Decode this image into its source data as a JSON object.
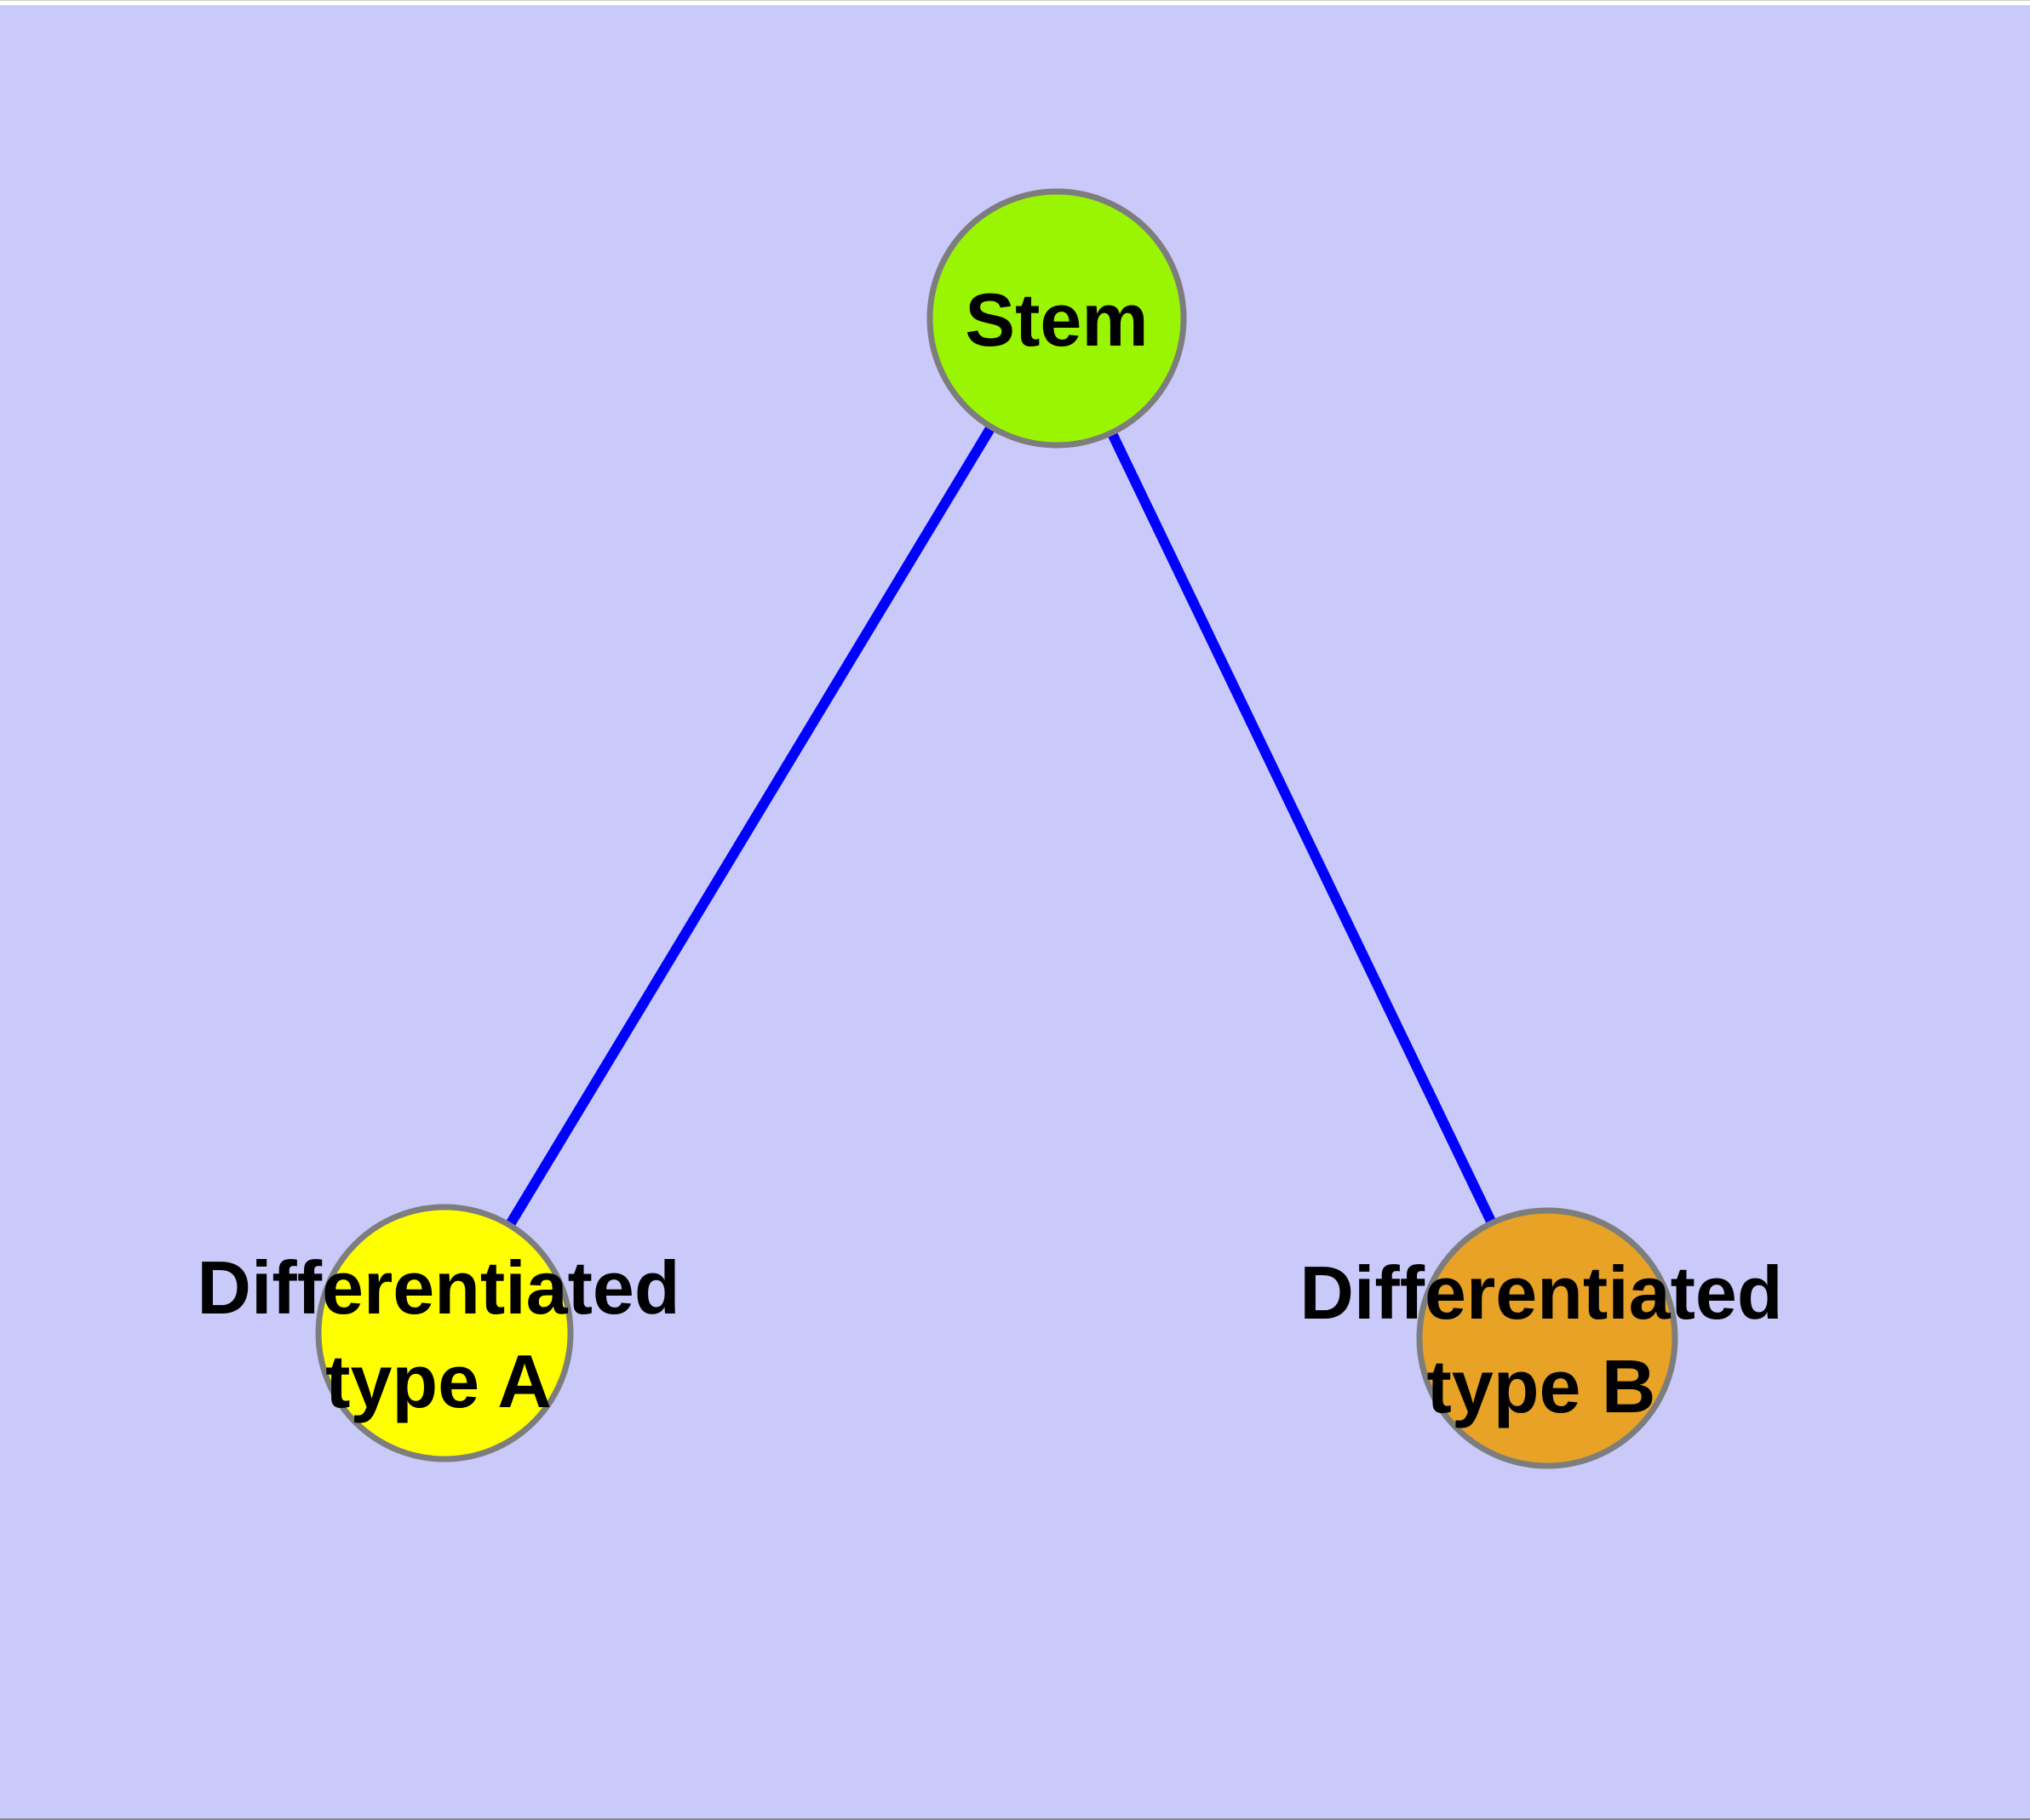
{
  "figure": {
    "description": "Stem cell differentiation network diagram with one parent node and two differentiated child nodes",
    "background_color": "#C9C9FA",
    "frame": {
      "top_strip_color": "#FFFFFF",
      "bottom_line_color": "#8A8A8A"
    },
    "style": {
      "node_border_color": "#7D7D7D",
      "edge_color": "#0000FF",
      "label_color": "#000000"
    },
    "nodes": {
      "stem": {
        "label": "Stem",
        "color": "#9AF502"
      },
      "diff_a": {
        "label_line1": "Differentiated",
        "label_line2": "type A",
        "color": "#FFFF00"
      },
      "diff_b": {
        "label_line1": "Differentiated",
        "label_line2": "type B",
        "color": "#E8A226"
      }
    },
    "edges": [
      {
        "from": "Stem",
        "to": "Differentiated type A"
      },
      {
        "from": "Stem",
        "to": "Differentiated type B"
      }
    ]
  }
}
